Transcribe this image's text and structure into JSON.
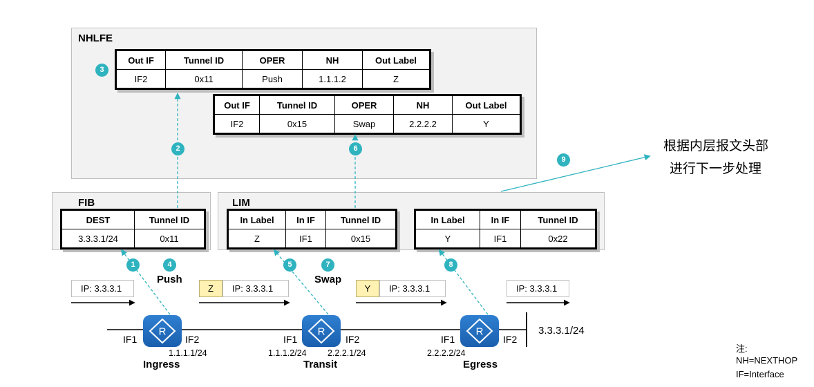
{
  "nhlfe": {
    "title": "NHLFE",
    "headers": [
      "Out IF",
      "Tunnel ID",
      "OPER",
      "NH",
      "Out Label"
    ],
    "row1": [
      "IF2",
      "0x11",
      "Push",
      "1.1.1.2",
      "Z"
    ],
    "row2": [
      "IF2",
      "0x15",
      "Swap",
      "2.2.2.2",
      "Y"
    ]
  },
  "fib": {
    "title": "FIB",
    "headers": [
      "DEST",
      "Tunnel ID"
    ],
    "row": [
      "3.3.3.1/24",
      "0x11"
    ]
  },
  "lim": {
    "title": "LIM",
    "headers": [
      "In Label",
      "In IF",
      "Tunnel ID"
    ],
    "row1": [
      "Z",
      "IF1",
      "0x15"
    ],
    "row2": [
      "Y",
      "IF1",
      "0x22"
    ]
  },
  "steps": [
    "1",
    "2",
    "3",
    "4",
    "5",
    "6",
    "7",
    "8",
    "9"
  ],
  "actions": {
    "push": "Push",
    "swap": "Swap"
  },
  "packets": {
    "p1": {
      "label": "",
      "ip": "IP: 3.3.3.1"
    },
    "p2": {
      "label": "Z",
      "ip": "IP: 3.3.3.1"
    },
    "p3": {
      "label": "Y",
      "ip": "IP: 3.3.3.1"
    },
    "p4": {
      "label": "",
      "ip": "IP: 3.3.3.1"
    }
  },
  "routers": {
    "ingress": {
      "name": "Ingress",
      "if1": "IF1",
      "if2": "IF2",
      "addr2": "1.1.1.1/24"
    },
    "transit": {
      "name": "Transit",
      "if1": "IF1",
      "if2": "IF2",
      "addr1": "1.1.1.2/24",
      "addr2": "2.2.2.1/24"
    },
    "egress": {
      "name": "Egress",
      "if1": "IF1",
      "if2": "IF2",
      "addr1": "2.2.2.2/24"
    }
  },
  "destination": "3.3.3.1/24",
  "inner_processing": {
    "line1": "根据内层报文头部",
    "line2": "进行下一步处理"
  },
  "notes": {
    "title": "注:",
    "line1": "NH=NEXTHOP",
    "line2": "IF=Interface"
  },
  "colors": {
    "accent": "#2fb3bf",
    "router": "#1f6bbf",
    "label_fill": "#fff2b3"
  }
}
